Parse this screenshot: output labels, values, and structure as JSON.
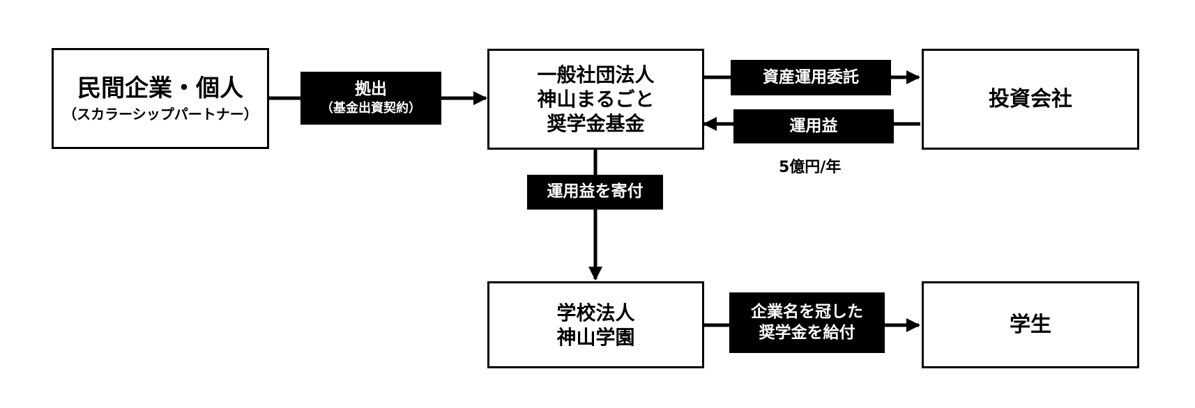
{
  "colors": {
    "stroke": "#000000",
    "label_background": "#000000",
    "label_text": "#ffffff",
    "box_fill": "#ffffff"
  },
  "nodes": {
    "partners": {
      "title": "民間企業・個人",
      "subtitle": "（スカラーシップパートナー）"
    },
    "foundation": {
      "line1": "一般社団法人",
      "line2": "神山まるごと",
      "line3": "奨学金基金"
    },
    "investment_company": {
      "title": "投資会社"
    },
    "school": {
      "line1": "学校法人",
      "line2": "神山学園"
    },
    "student": {
      "title": "学生"
    }
  },
  "edges": {
    "contribution": {
      "line1": "拠出",
      "line2": "（基金出資契約）"
    },
    "asset_management": {
      "label": "資産運用委託"
    },
    "investment_return": {
      "label": "運用益",
      "amount": "5億円/年"
    },
    "donation": {
      "label": "運用益を寄付"
    },
    "scholarship": {
      "line1": "企業名を冠した",
      "line2": "奨学金を給付"
    }
  }
}
